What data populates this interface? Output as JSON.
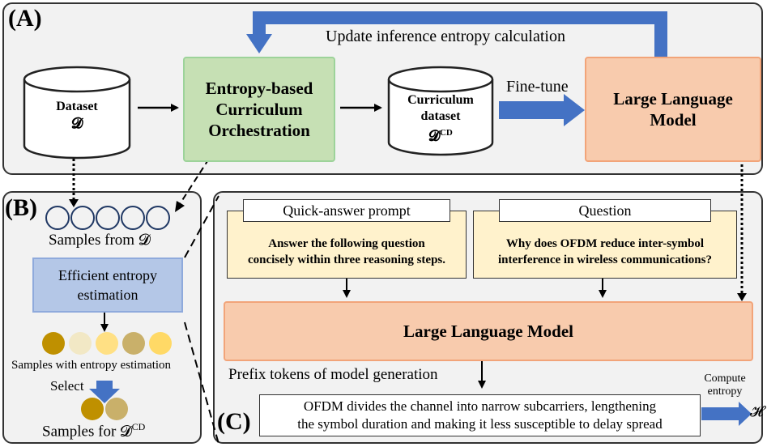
{
  "panels": {
    "a": {
      "label": "(A)"
    },
    "b": {
      "label": "(B)"
    },
    "c": {
      "label": "(C)"
    }
  },
  "top_arrow": {
    "label": "Update inference entropy calculation"
  },
  "dataset": {
    "line1": "Dataset",
    "line2": "𝓓"
  },
  "curriculum_orchestration": {
    "line1": "Entropy-based",
    "line2": "Curriculum",
    "line3": "Orchestration"
  },
  "curriculum_dataset": {
    "line1": "Curriculum",
    "line2": "dataset",
    "line3": "𝓓",
    "sup": "CD"
  },
  "finetune": {
    "label": "Fine-tune"
  },
  "llm_top": {
    "line1": "Large Language",
    "line2": "Model"
  },
  "panel_b": {
    "samples_label": "Samples from 𝓓",
    "estimation_line1": "Efficient entropy",
    "estimation_line2": "estimation",
    "with_entropy_label": "Samples with entropy estimation",
    "select_label": "Select",
    "samples_for_label": "Samples for 𝓓",
    "samples_for_sup": "CD",
    "empty_circle_color": "#ffffff",
    "entropy_circle_colors": [
      "#bf9000",
      "#f2e8c5",
      "#ffe084",
      "#c9b06a",
      "#ffd966"
    ],
    "selected_circle_colors": [
      "#bf9000",
      "#c9b06a"
    ]
  },
  "panel_c": {
    "prompt_title": "Quick-answer prompt",
    "prompt_line1": "Answer the following question",
    "prompt_line2": "concisely within three reasoning steps.",
    "question_title": "Question",
    "question_line1": "Why does OFDM reduce inter-symbol",
    "question_line2": "interference in wireless communications?",
    "llm_label": "Large Language Model",
    "prefix_label": "Prefix tokens of model generation",
    "output_line1": "OFDM divides the channel into narrow subcarriers, lengthening",
    "output_line2": "the symbol duration and making it less susceptible to delay spread",
    "compute_line1": "Compute",
    "compute_line2": "entropy",
    "entropy_symbol": "𝓗"
  },
  "colors": {
    "arrow_blue": "#4472c4",
    "panel_bg": "#f2f2f2",
    "green_fill": "#c6e0b4",
    "orange_fill": "#f8cbad",
    "blue_fill": "#b4c7e7",
    "yellow_fill": "#fff2cc"
  }
}
